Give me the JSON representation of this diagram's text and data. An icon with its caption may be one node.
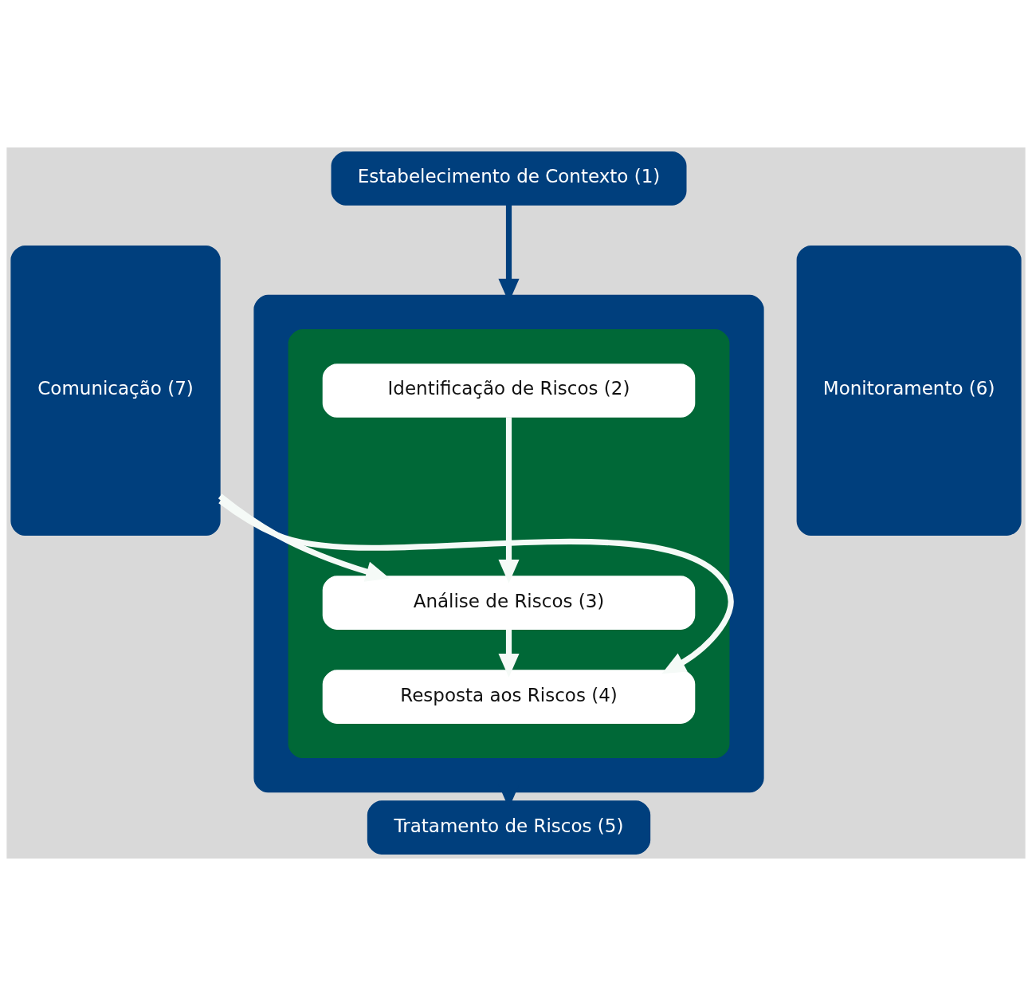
{
  "diagram": {
    "nodes": [
      {
        "text": [
          "Estabelecimento de Contexto (1)"
        ]
      },
      {
        "text": [],
        "shape": "box"
      },
      {
        "text": [],
        "shape": "box",
        "in": 1
      },
      {
        "text": [
          "Identificação de Riscos (2)"
        ],
        "in": 2
      },
      {
        "text": [
          "Análise de Riscos (3)"
        ],
        "in": 2
      },
      {
        "text": [
          "Resposta aos Riscos (4)"
        ],
        "in": 2
      },
      {
        "text": [
          "Tratamento de Riscos (5)"
        ]
      },
      {
        "text": [
          "Comunicação (7)"
        ]
      },
      {
        "text": [
          "Monitoramento (6)"
        ]
      }
    ],
    "edges": [
      {
        "from": 0,
        "to": 1,
        "arrow": "to",
        "color": "#003f7d"
      },
      {
        "from": 3,
        "to": 4,
        "arrow": "to"
      },
      {
        "from": 4,
        "to": 5,
        "arrow": "to"
      },
      {
        "from": 7,
        "to": 4,
        "arrow": "to"
      },
      {
        "from": 7,
        "to": 5,
        "arrow": "to"
      },
      {
        "from": 1,
        "to": 6,
        "arrow": "to",
        "color": "#003f7d"
      }
    ]
  }
}
